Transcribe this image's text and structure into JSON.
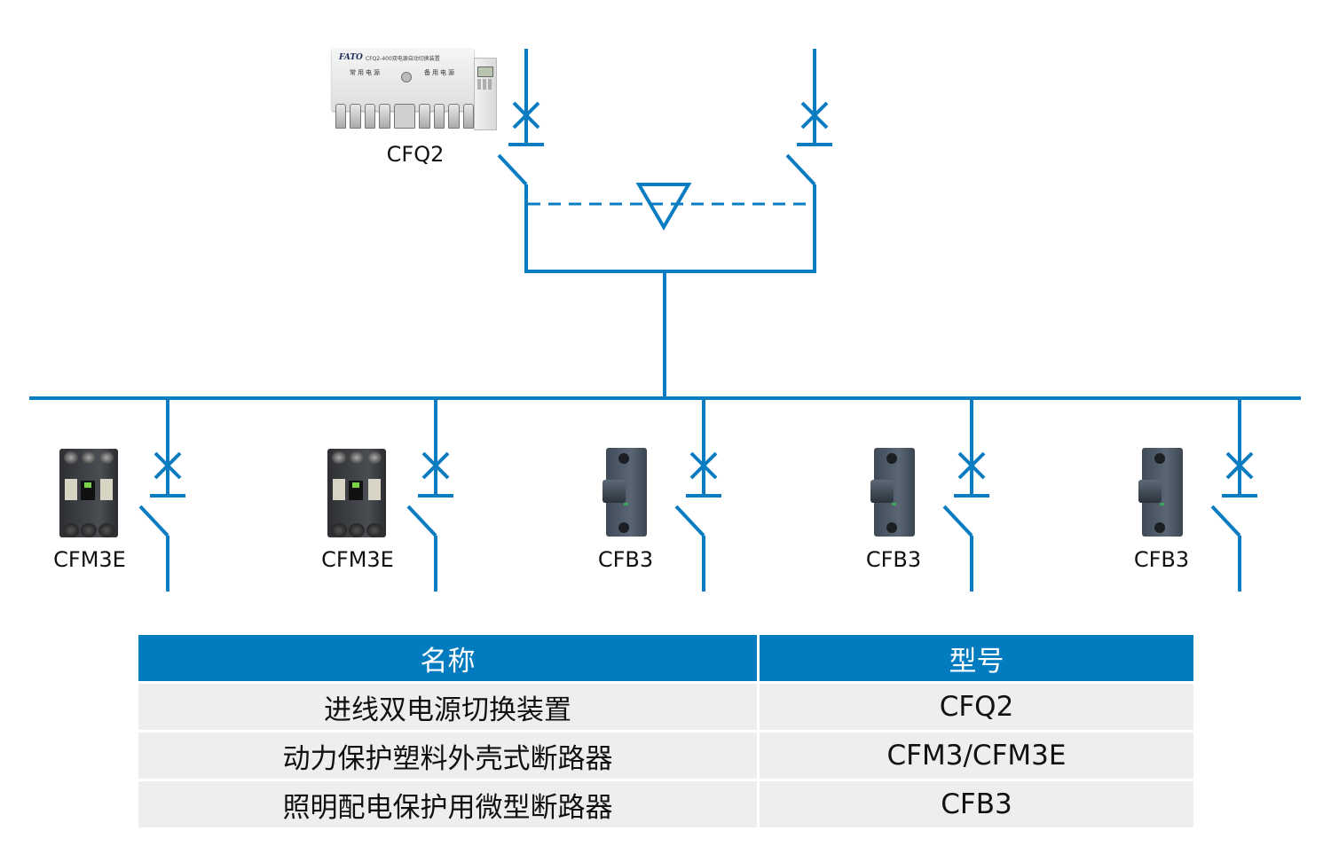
{
  "diagram": {
    "title": "Dual power supply distribution single-line diagram",
    "colors": {
      "wire": "#0a7cc1",
      "table_header": "#037bbf",
      "table_row": "#eeeeee"
    },
    "incoming": {
      "device_label": "CFQ2",
      "device_icon": "automatic-transfer-switch-icon",
      "device_panel_text": {
        "brand": "FATO",
        "model_title": "CFQ2-400双电源自动切换装置",
        "left_source": "常用电源",
        "right_source": "备用电源"
      },
      "feeders": [
        "incoming-feeder-1",
        "incoming-feeder-2"
      ],
      "interlock_symbol": "mechanical-interlock-triangle"
    },
    "branches": [
      {
        "label": "CFM3E",
        "device_icon": "molded-case-circuit-breaker-icon"
      },
      {
        "label": "CFM3E",
        "device_icon": "molded-case-circuit-breaker-icon"
      },
      {
        "label": "CFB3",
        "device_icon": "miniature-circuit-breaker-icon"
      },
      {
        "label": "CFB3",
        "device_icon": "miniature-circuit-breaker-icon"
      },
      {
        "label": "CFB3",
        "device_icon": "miniature-circuit-breaker-icon"
      }
    ]
  },
  "table": {
    "headers": [
      "名称",
      "型号"
    ],
    "rows": [
      [
        "进线双电源切换装置",
        "CFQ2"
      ],
      [
        "动力保护塑料外壳式断路器",
        "CFM3/CFM3E"
      ],
      [
        "照明配电保护用微型断路器",
        "CFB3"
      ]
    ]
  }
}
